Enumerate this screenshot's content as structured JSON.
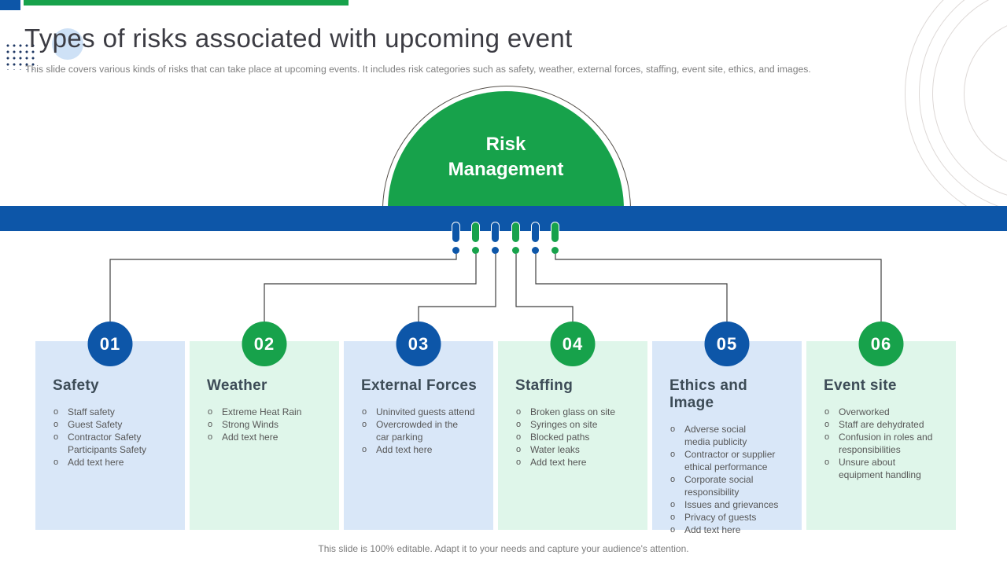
{
  "slide": {
    "title": "Types of risks associated with upcoming event",
    "subtitle": "This slide covers various kinds of risks that can take place at upcoming events. It includes risk categories such as safety, weather, external forces, staffing, event site, ethics, and images.",
    "center_circle_label": "Risk Management",
    "footer": "This slide is 100% editable. Adapt it to your needs and capture your audience's attention."
  },
  "colors": {
    "green": "#17a24b",
    "blue": "#0d56a8",
    "card_blue": "#d9e7f8",
    "card_green": "#dff6ea"
  },
  "categories": [
    {
      "number": "01",
      "title": "Safety",
      "accent": "blue",
      "items": [
        "Staff safety",
        "Guest Safety",
        "Contractor Safety\nParticipants Safety",
        "Add text here"
      ]
    },
    {
      "number": "02",
      "title": "Weather",
      "accent": "green",
      "items": [
        "Extreme Heat Rain",
        "Strong Winds",
        "Add text here"
      ]
    },
    {
      "number": "03",
      "title": "External Forces",
      "accent": "blue",
      "items": [
        "Uninvited guests attend",
        "Overcrowded in the\ncar parking",
        "Add text here"
      ]
    },
    {
      "number": "04",
      "title": "Staffing",
      "accent": "green",
      "items": [
        "Broken glass on site",
        "Syringes on site",
        "Blocked paths",
        "Water leaks",
        "Add text here"
      ]
    },
    {
      "number": "05",
      "title": "Ethics and Image",
      "accent": "blue",
      "items": [
        "Adverse social\nmedia publicity",
        "Contractor or supplier\nethical performance",
        "Corporate social\nresponsibility",
        "Issues and grievances",
        "Privacy of guests",
        "Add text here"
      ]
    },
    {
      "number": "06",
      "title": "Event site",
      "accent": "green",
      "items": [
        "Overworked",
        "Staff are dehydrated",
        "Confusion in roles and\nresponsibilities",
        "Unsure about\nequipment handling"
      ]
    }
  ]
}
